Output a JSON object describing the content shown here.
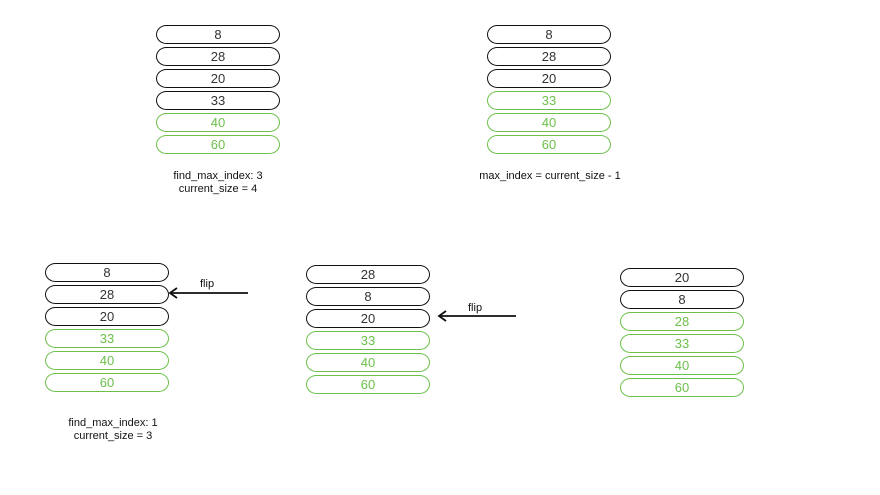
{
  "stacks": [
    {
      "name": "stack-1",
      "pancakes": [
        {
          "value": "8",
          "sorted": false
        },
        {
          "value": "28",
          "sorted": false
        },
        {
          "value": "20",
          "sorted": false
        },
        {
          "value": "33",
          "sorted": false
        },
        {
          "value": "40",
          "sorted": true
        },
        {
          "value": "60",
          "sorted": true
        }
      ]
    },
    {
      "name": "stack-2",
      "pancakes": [
        {
          "value": "8",
          "sorted": false
        },
        {
          "value": "28",
          "sorted": false
        },
        {
          "value": "20",
          "sorted": false
        },
        {
          "value": "33",
          "sorted": true
        },
        {
          "value": "40",
          "sorted": true
        },
        {
          "value": "60",
          "sorted": true
        }
      ]
    },
    {
      "name": "stack-3",
      "pancakes": [
        {
          "value": "8",
          "sorted": false
        },
        {
          "value": "28",
          "sorted": false
        },
        {
          "value": "20",
          "sorted": false
        },
        {
          "value": "33",
          "sorted": true
        },
        {
          "value": "40",
          "sorted": true
        },
        {
          "value": "60",
          "sorted": true
        }
      ]
    },
    {
      "name": "stack-4",
      "pancakes": [
        {
          "value": "28",
          "sorted": false
        },
        {
          "value": "8",
          "sorted": false
        },
        {
          "value": "20",
          "sorted": false
        },
        {
          "value": "33",
          "sorted": true
        },
        {
          "value": "40",
          "sorted": true
        },
        {
          "value": "60",
          "sorted": true
        }
      ]
    },
    {
      "name": "stack-5",
      "pancakes": [
        {
          "value": "20",
          "sorted": false
        },
        {
          "value": "8",
          "sorted": false
        },
        {
          "value": "28",
          "sorted": true
        },
        {
          "value": "33",
          "sorted": true
        },
        {
          "value": "40",
          "sorted": true
        },
        {
          "value": "60",
          "sorted": true
        }
      ]
    }
  ],
  "captions": {
    "c1_line1": "find_max_index: 3",
    "c1_line2": "current_size = 4",
    "c2_line1": "max_index = current_size - 1",
    "c3_line1": "find_max_index: 1",
    "c3_line2": "current_size = 3"
  },
  "arrows": {
    "flip1_label": "flip",
    "flip2_label": "flip"
  },
  "colors": {
    "unsorted_border": "#111111",
    "sorted_border": "#6cc04a"
  }
}
